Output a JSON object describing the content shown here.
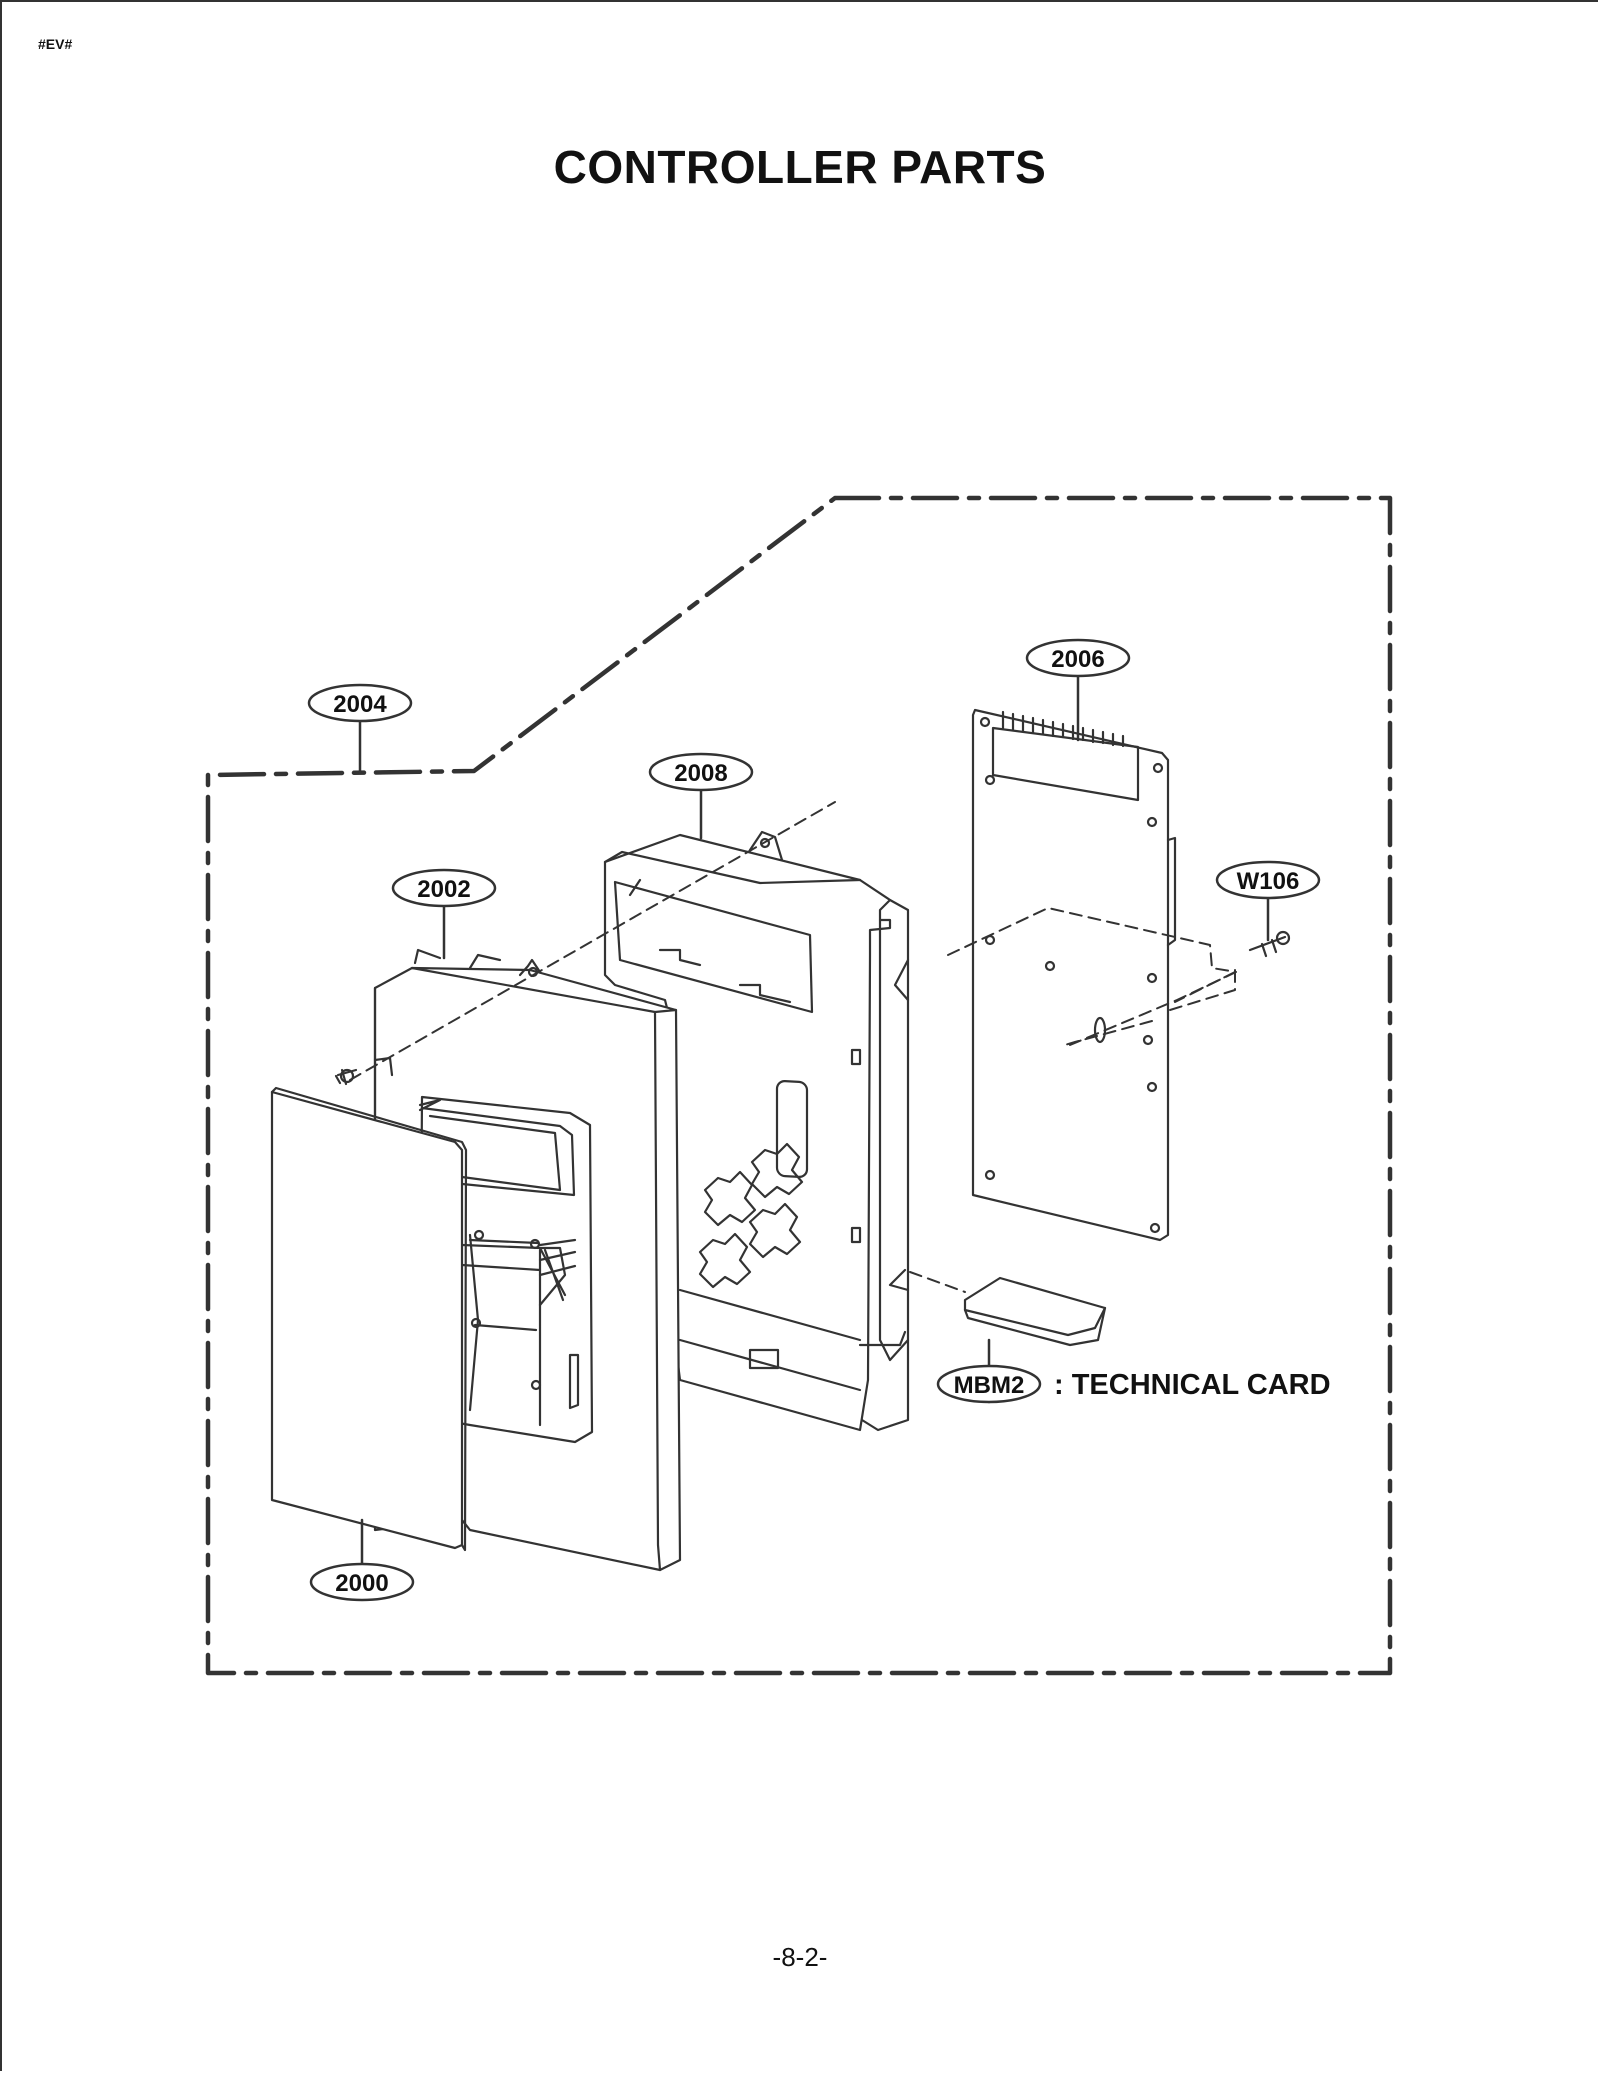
{
  "header": {
    "corner_mark": "#EV#"
  },
  "title": "CONTROLLER PARTS",
  "callouts": {
    "c2004": "2004",
    "c2008": "2008",
    "c2006": "2006",
    "c2002": "2002",
    "cW106": "W106",
    "cMBM2": "MBM2",
    "c2000": "2000"
  },
  "note": {
    "technical_card": ": TECHNICAL CARD"
  },
  "footer": {
    "page_number": "-8-2-"
  }
}
